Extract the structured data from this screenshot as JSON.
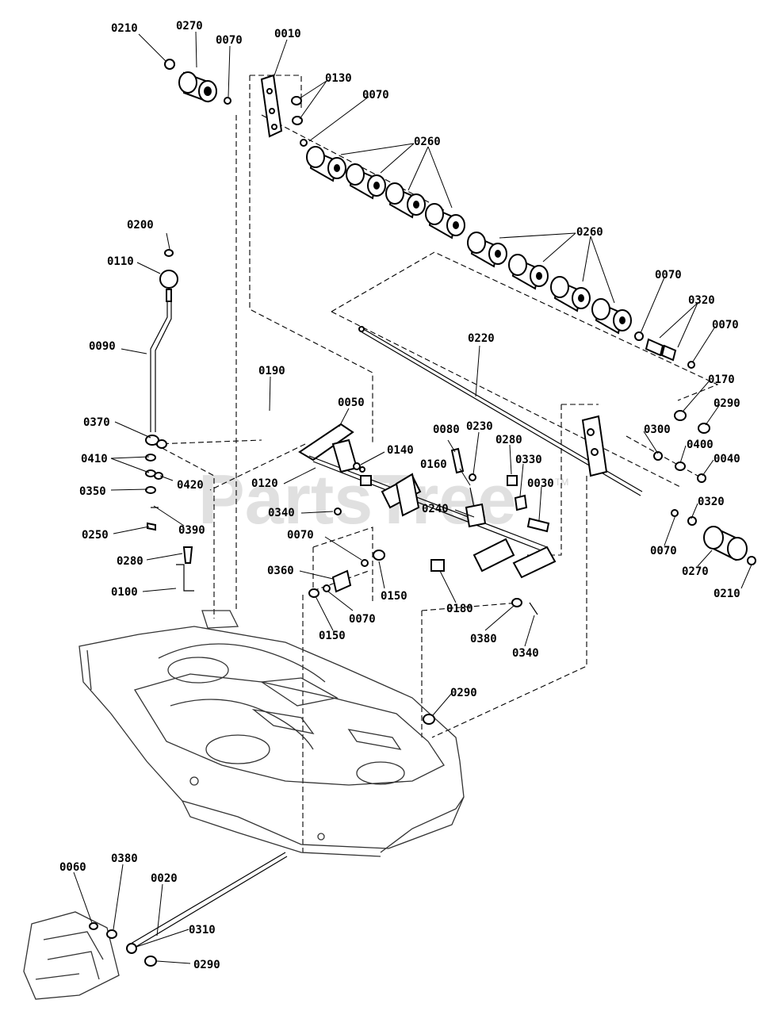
{
  "watermark": {
    "text": "PartsTree",
    "mark": "TM"
  },
  "labels": [
    {
      "id": "l0210a",
      "text": "0210"
    },
    {
      "id": "l0270a",
      "text": "0270"
    },
    {
      "id": "l0070a",
      "text": "0070"
    },
    {
      "id": "l0010",
      "text": "0010"
    },
    {
      "id": "l0130",
      "text": "0130"
    },
    {
      "id": "l0070b",
      "text": "0070"
    },
    {
      "id": "l0260a",
      "text": "0260"
    },
    {
      "id": "l0260b",
      "text": "0260"
    },
    {
      "id": "l0200",
      "text": "0200"
    },
    {
      "id": "l0110",
      "text": "0110"
    },
    {
      "id": "l0070c",
      "text": "0070"
    },
    {
      "id": "l0320a",
      "text": "0320"
    },
    {
      "id": "l0070d",
      "text": "0070"
    },
    {
      "id": "l0090",
      "text": "0090"
    },
    {
      "id": "l0220",
      "text": "0220"
    },
    {
      "id": "l0190",
      "text": "0190"
    },
    {
      "id": "l0170",
      "text": "0170"
    },
    {
      "id": "l0050",
      "text": "0050"
    },
    {
      "id": "l0290a",
      "text": "0290"
    },
    {
      "id": "l0370",
      "text": "0370"
    },
    {
      "id": "l0080",
      "text": "0080"
    },
    {
      "id": "l0230",
      "text": "0230"
    },
    {
      "id": "l0300",
      "text": "0300"
    },
    {
      "id": "l0140",
      "text": "0140"
    },
    {
      "id": "l0280a",
      "text": "0280"
    },
    {
      "id": "l0400",
      "text": "0400"
    },
    {
      "id": "l0410",
      "text": "0410"
    },
    {
      "id": "l0160",
      "text": "0160"
    },
    {
      "id": "l0330",
      "text": "0330"
    },
    {
      "id": "l0040",
      "text": "0040"
    },
    {
      "id": "l0420",
      "text": "0420"
    },
    {
      "id": "l0120",
      "text": "0120"
    },
    {
      "id": "l0030",
      "text": "0030"
    },
    {
      "id": "l0350",
      "text": "0350"
    },
    {
      "id": "l0340a",
      "text": "0340"
    },
    {
      "id": "l0240",
      "text": "0240"
    },
    {
      "id": "l0320b",
      "text": "0320"
    },
    {
      "id": "l0390",
      "text": "0390"
    },
    {
      "id": "l0250",
      "text": "0250"
    },
    {
      "id": "l0070e",
      "text": "0070"
    },
    {
      "id": "l0070f",
      "text": "0070"
    },
    {
      "id": "l0270b",
      "text": "0270"
    },
    {
      "id": "l0280b",
      "text": "0280"
    },
    {
      "id": "l0360",
      "text": "0360"
    },
    {
      "id": "l0150a",
      "text": "0150"
    },
    {
      "id": "l0210b",
      "text": "0210"
    },
    {
      "id": "l0100",
      "text": "0100"
    },
    {
      "id": "l0070g",
      "text": "0070"
    },
    {
      "id": "l0180",
      "text": "0180"
    },
    {
      "id": "l0150b",
      "text": "0150"
    },
    {
      "id": "l0380a",
      "text": "0380"
    },
    {
      "id": "l0340b",
      "text": "0340"
    },
    {
      "id": "l0290b",
      "text": "0290"
    },
    {
      "id": "l0060",
      "text": "0060"
    },
    {
      "id": "l0380b",
      "text": "0380"
    },
    {
      "id": "l0020",
      "text": "0020"
    },
    {
      "id": "l0310",
      "text": "0310"
    },
    {
      "id": "l0290c",
      "text": "0290"
    }
  ]
}
